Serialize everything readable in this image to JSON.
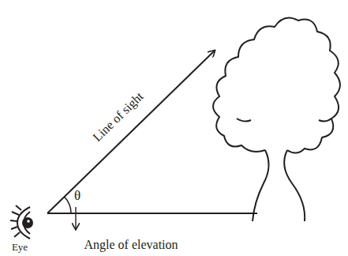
{
  "diagram": {
    "labels": [
      "Line of sight",
      "θ",
      "Eye",
      "Angle of elevation"
    ]
  }
}
